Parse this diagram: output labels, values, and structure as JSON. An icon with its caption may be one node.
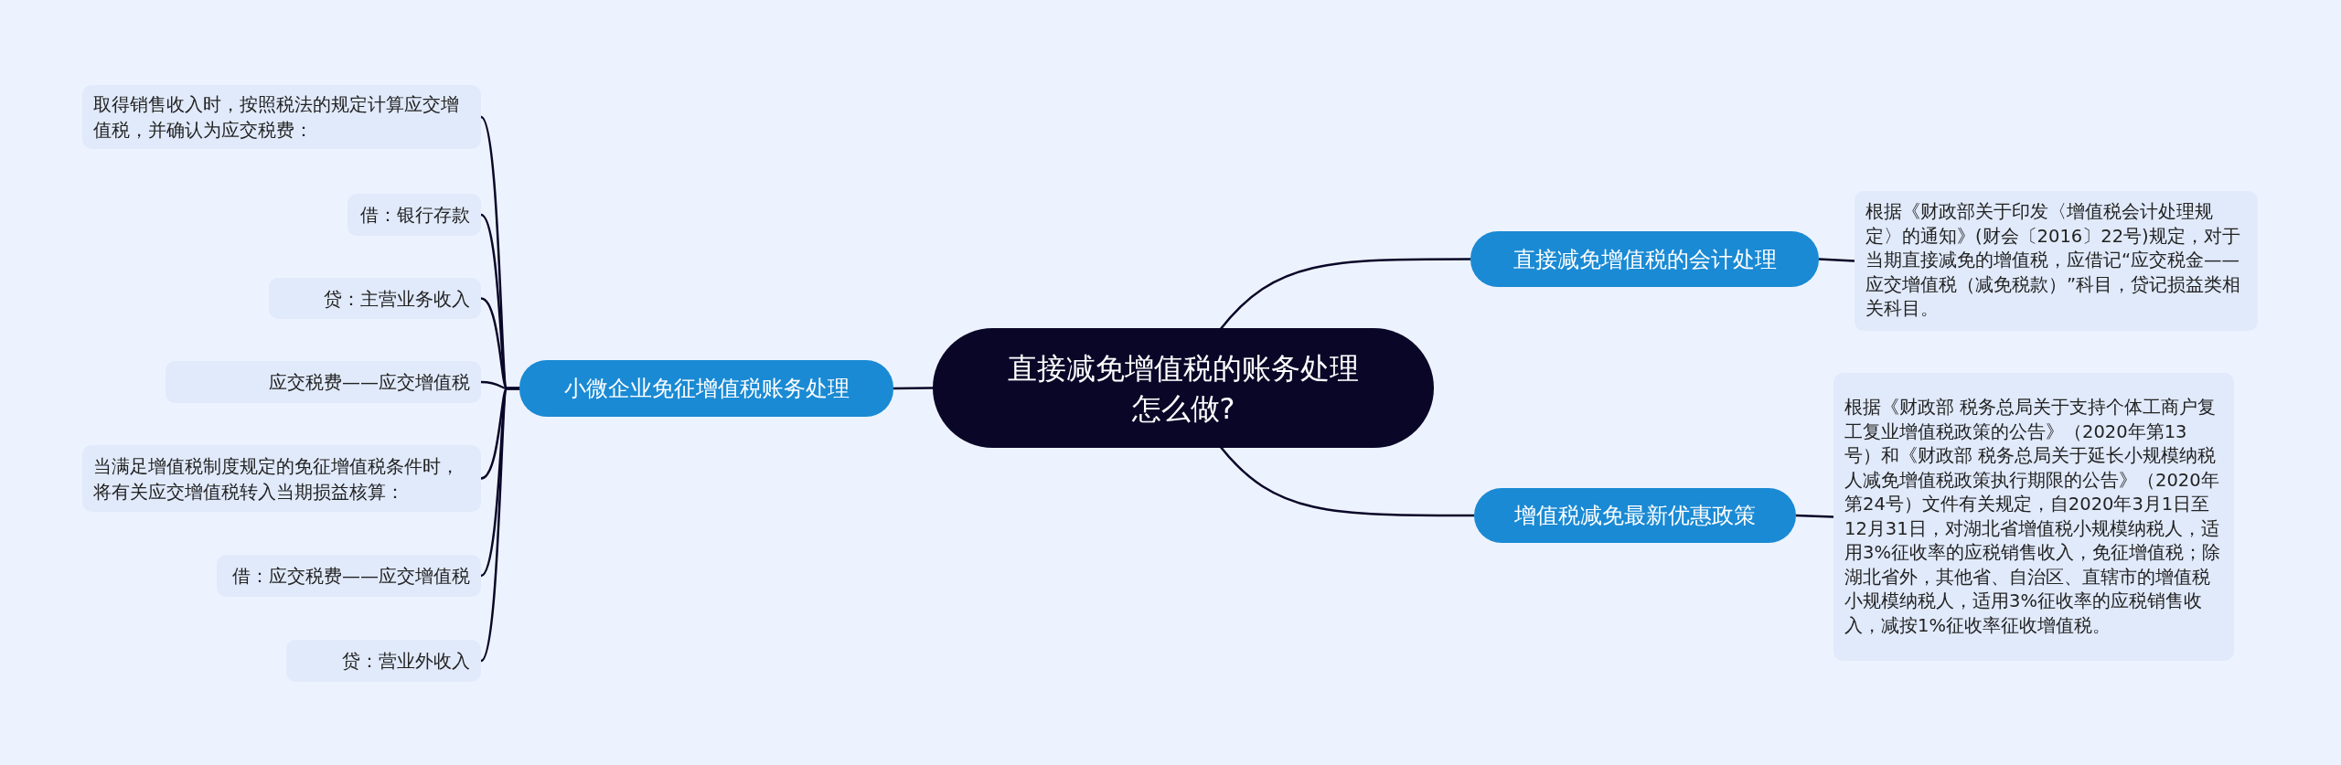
{
  "diagram": {
    "nodes": [
      {
        "text": [
          "直接减免增值税的账务处理怎么做?"
        ]
      },
      {
        "text": [
          "直接减免增值税的会计处理"
        ]
      },
      {
        "text": [
          "根据《财政部关于印发〈增值税会计处理规定〉的通知》(财会〔2016〕22号)规定，对于当期直接减免的增值税，应借记“应交税金——应交增值税（减免税款）”科目，贷记损益类相关科目。"
        ]
      },
      {
        "text": [
          "增值税减免最新优惠政策"
        ]
      },
      {
        "text": [
          "根据《财政部 税务总局关于支持个体工商户复工复业增值税政策的公告》（2020年第13号）和《财政部 税务总局关于延长小规模纳税人减免增值税政策执行期限的公告》（2020年第24号）文件有关规定，自2020年3月1日至12月31日，对湖北省增值税小规模纳税人，适用3%征收率的应税销售收入，免征增值税；除湖北省外，其他省、自治区、直辖市的增值税小规模纳税人，适用3%征收率的应税销售收入，减按1%征收率征收增值税。"
        ]
      },
      {
        "text": [
          "小微企业免征增值税账务处理"
        ]
      },
      {
        "text": [
          "取得销售收入时，按照税法的规定计算应交增值税，并确认为应交税费："
        ]
      },
      {
        "text": [
          "借：银行存款"
        ]
      },
      {
        "text": [
          "贷：主营业务收入"
        ]
      },
      {
        "text": [
          "应交税费——应交增值税"
        ]
      },
      {
        "text": [
          "当满足增值税制度规定的免征增值税条件时，将有关应交增值税转入当期损益核算："
        ]
      },
      {
        "text": [
          "借：应交税费——应交增值税"
        ]
      },
      {
        "text": [
          "贷：营业外收入"
        ]
      }
    ],
    "edges": [
      {
        "from": 0,
        "to": 1,
        "arrow": "none"
      },
      {
        "from": 1,
        "to": 2,
        "arrow": "none"
      },
      {
        "from": 0,
        "to": 3,
        "arrow": "none"
      },
      {
        "from": 3,
        "to": 4,
        "arrow": "none"
      },
      {
        "from": 0,
        "to": 5,
        "arrow": "none"
      },
      {
        "from": 5,
        "to": 6,
        "arrow": "none"
      },
      {
        "from": 5,
        "to": 7,
        "arrow": "none"
      },
      {
        "from": 5,
        "to": 8,
        "arrow": "none"
      },
      {
        "from": 5,
        "to": 9,
        "arrow": "none"
      },
      {
        "from": 5,
        "to": 10,
        "arrow": "none"
      },
      {
        "from": 5,
        "to": 11,
        "arrow": "none"
      },
      {
        "from": 5,
        "to": 12,
        "arrow": "none"
      }
    ]
  }
}
